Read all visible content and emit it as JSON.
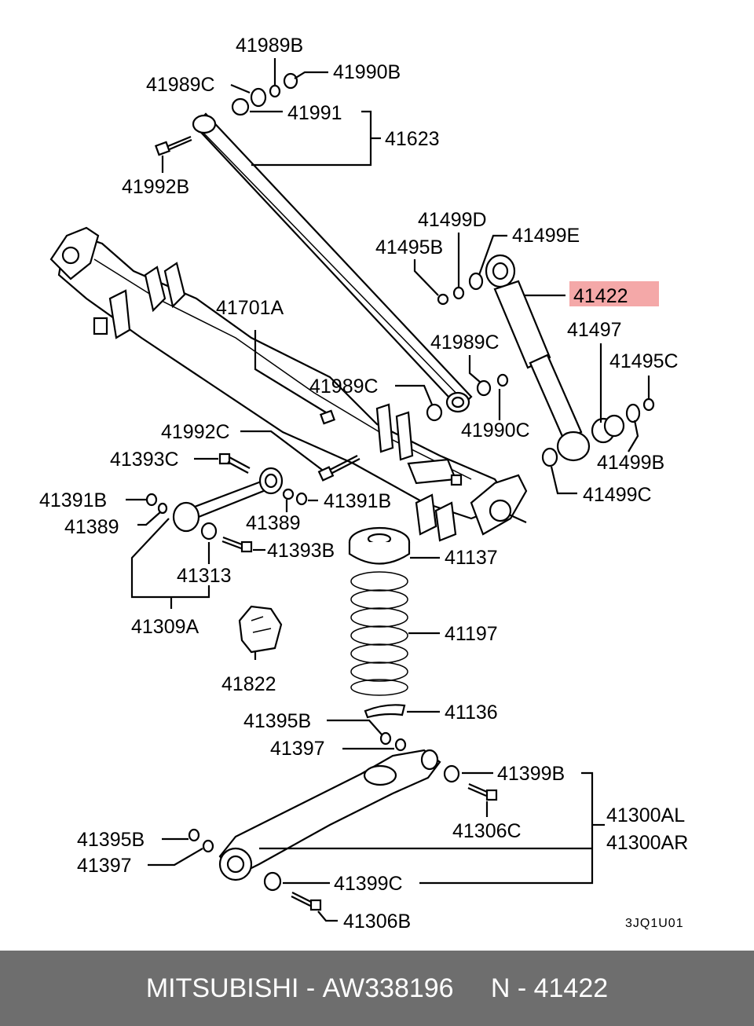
{
  "diagram": {
    "labels": {
      "l41989B_top": "41989B",
      "l41990B_top": "41990B",
      "l41989C_top": "41989C",
      "l41991": "41991",
      "l41623": "41623",
      "l41992B": "41992B",
      "l41499D": "41499D",
      "l41499E": "41499E",
      "l41495B": "41495B",
      "l41422": "41422",
      "l41701A": "41701A",
      "l41497": "41497",
      "l41989C_mid": "41989C",
      "l41495C": "41495C",
      "l41989C_left": "41989C",
      "l41990C": "41990C",
      "l41499B": "41499B",
      "l41992C": "41992C",
      "l41393C": "41393C",
      "l41499C": "41499C",
      "l41391B_left": "41391B",
      "l41391B_right": "41391B",
      "l41389_left": "41389",
      "l41389_right": "41389",
      "l41393B": "41393B",
      "l41137": "41137",
      "l41313": "41313",
      "l41309A": "41309A",
      "l41197": "41197",
      "l41822": "41822",
      "l41136": "41136",
      "l41395B_top": "41395B",
      "l41397_top": "41397",
      "l41399B": "41399B",
      "l41306C": "41306C",
      "l41300AL": "41300AL",
      "l41300AR": "41300AR",
      "l41395B_bot": "41395B",
      "l41397_bot": "41397",
      "l41399C": "41399C",
      "l41306B": "41306B",
      "code": "3JQ1U01"
    },
    "highlight_color": "#f4a8a8"
  },
  "footer": {
    "brand": "MITSUBISHI",
    "part_number": "AW338196",
    "reference": "N - 41422",
    "background": "#6e6e6e",
    "text_color": "#ffffff"
  }
}
